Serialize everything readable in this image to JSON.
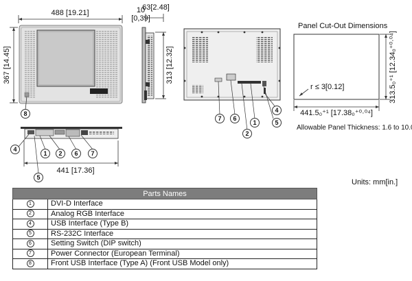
{
  "front_view": {
    "width_label": "488 [19.21]",
    "height_label": "367 [14.45]"
  },
  "side_view": {
    "thickness_label_top": "10",
    "thickness_label_bottom": "[0,39]",
    "depth_label": "63[2.48]",
    "height_label": "313 [12.32]"
  },
  "bottom_view": {
    "width_label": "441 [17.36]"
  },
  "cutout": {
    "title": "Panel Cut-Out Dimensions",
    "radius_label": "r ≤ 3[0.12]",
    "width_label": "441.5₀⁺¹ [17.38₀⁺⁰·⁰⁴]",
    "height_label": "313.5₀⁺¹ [12.34₀⁺⁰·⁰⁴]",
    "thickness_note": "Allowable Panel Thickness: 1.6 to 10.0"
  },
  "callouts": {
    "front": [
      "8"
    ],
    "back": [
      "7",
      "6",
      "1",
      "2",
      "5",
      "4"
    ],
    "bottom": [
      "4",
      "1",
      "2",
      "6",
      "7",
      "5"
    ]
  },
  "units": "Units: mm[in.]",
  "parts": {
    "header": "Parts Names",
    "rows": [
      {
        "num": "1",
        "name": "DVI-D Interface"
      },
      {
        "num": "2",
        "name": "Analog RGB Interface"
      },
      {
        "num": "4",
        "name": "USB Interface (Type B)"
      },
      {
        "num": "5",
        "name": "RS-232C Interface"
      },
      {
        "num": "6",
        "name": "Setting Switch (DIP switch)"
      },
      {
        "num": "7",
        "name": "Power Connector (European Terminal)"
      },
      {
        "num": "8",
        "name": "Front USB Interface (Type A) (Front USB Model only)"
      }
    ]
  }
}
